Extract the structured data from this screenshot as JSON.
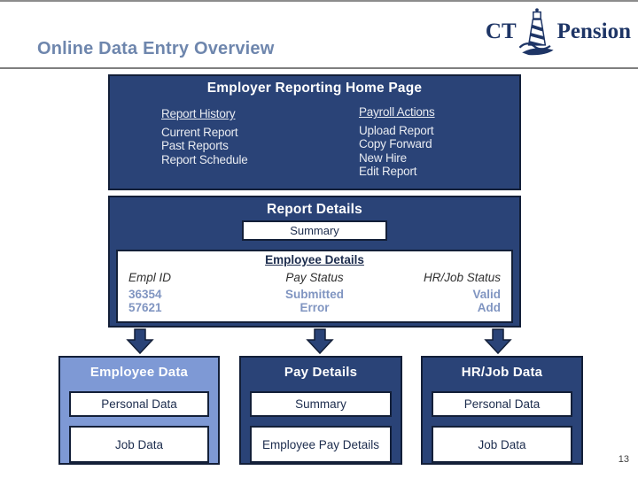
{
  "slide": {
    "title": "Online Data Entry Overview",
    "page_number": "13",
    "logo": {
      "prefix": "CT",
      "suffix": "Pension"
    }
  },
  "employer_home": {
    "title": "Employer Reporting Home Page",
    "left_group": {
      "heading": "Report History",
      "items": [
        "Current Report",
        "Past Reports",
        "Report Schedule"
      ]
    },
    "right_group": {
      "heading": "Payroll Actions",
      "items": [
        "Upload Report",
        "Copy Forward",
        "New Hire",
        "Edit Report"
      ]
    }
  },
  "report_details": {
    "title": "Report Details",
    "summary_button": "Summary",
    "employee_details": {
      "title": "Employee Details",
      "columns": [
        "Empl ID",
        "Pay Status",
        "HR/Job Status"
      ],
      "rows": [
        [
          "36354",
          "Submitted",
          "Valid"
        ],
        [
          "57621",
          "Error",
          "Add"
        ]
      ]
    }
  },
  "bottom_columns": [
    {
      "title": "Employee Data",
      "items": [
        "Personal Data",
        "Job Data"
      ]
    },
    {
      "title": "Pay Details",
      "items": [
        "Summary",
        "Employee Pay Details"
      ]
    },
    {
      "title": "HR/Job Data",
      "items": [
        "Personal Data",
        "Job Data"
      ]
    }
  ],
  "colors": {
    "panel_navy": "#2a4377",
    "panel_border": "#131f38",
    "light_blue": "#7e99d5",
    "title_slate_blue": "#6e86ad",
    "logo_navy": "#1e3566",
    "value_blue": "#8095c1"
  }
}
